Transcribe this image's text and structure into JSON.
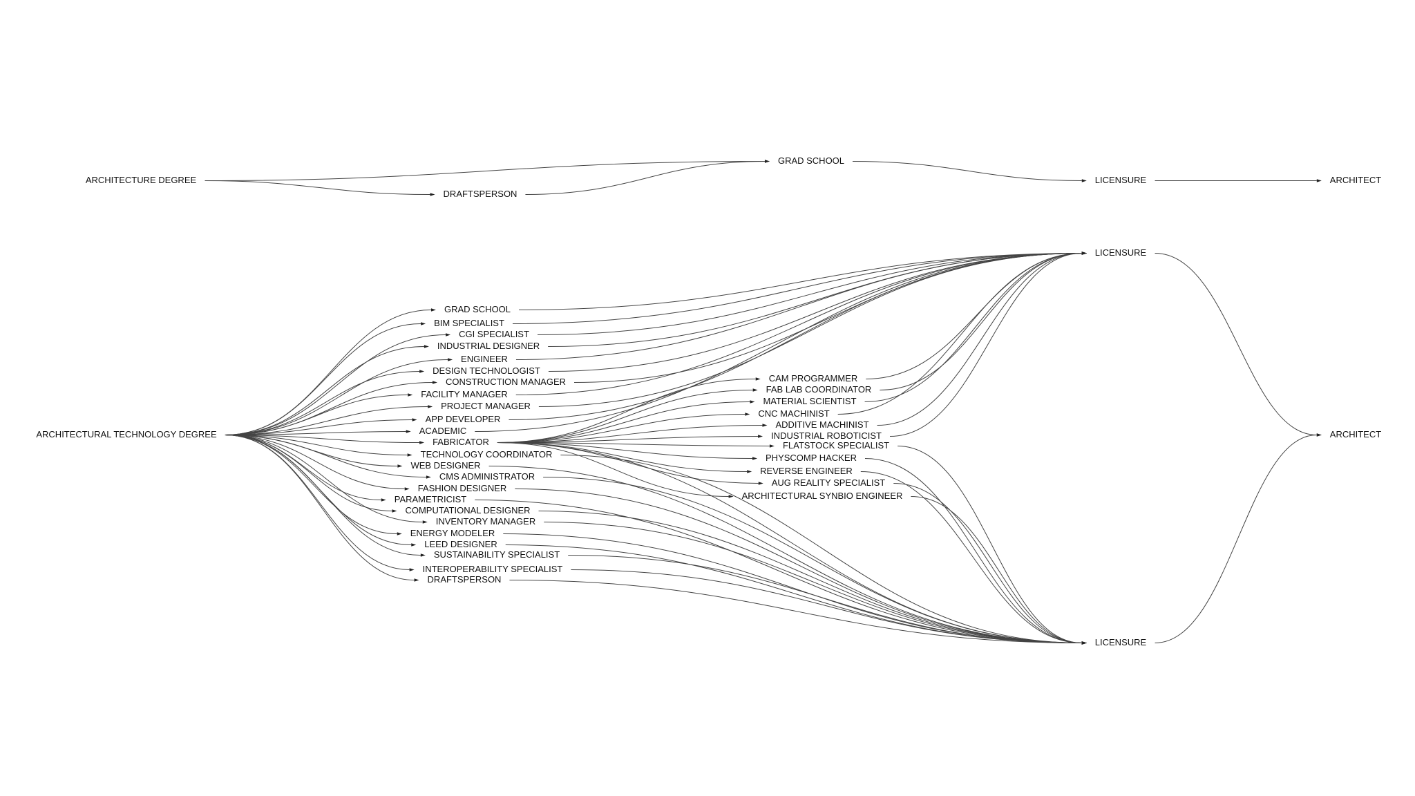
{
  "colors": {
    "background": "#ffffff",
    "text": "#111111",
    "edge": "#444444",
    "arrowhead": "#222222"
  },
  "nodes": {
    "arch_degree": "ARCHITECTURE DEGREE",
    "draftsperson_top": "DRAFTSPERSON",
    "grad_school_top": "GRAD SCHOOL",
    "licensure_top": "LICENSURE",
    "architect_top": "ARCHITECT",
    "arch_tech_degree": "ARCHITECTURAL TECHNOLOGY DEGREE",
    "grad_school": "GRAD SCHOOL",
    "bim_specialist": "BIM SPECIALIST",
    "cgi_specialist": "CGI SPECIALIST",
    "industrial_designer": "INDUSTRIAL DESIGNER",
    "engineer": "ENGINEER",
    "design_technologist": "DESIGN TECHNOLOGIST",
    "construction_manager": "CONSTRUCTION MANAGER",
    "facility_manager": "FACILITY MANAGER",
    "project_manager": "PROJECT MANAGER",
    "app_developer": "APP DEVELOPER",
    "academic": "ACADEMIC",
    "fabricator": "FABRICATOR",
    "technology_coordinator": "TECHNOLOGY COORDINATOR",
    "web_designer": "WEB DESIGNER",
    "cms_administrator": "CMS ADMINISTRATOR",
    "fashion_designer": "FASHION DESIGNER",
    "parametricist": "PARAMETRICIST",
    "computational_designer": "COMPUTATIONAL DESIGNER",
    "inventory_manager": "INVENTORY MANAGER",
    "energy_modeler": "ENERGY MODELER",
    "leed_designer": "LEED DESIGNER",
    "sustainability_specialist": "SUSTAINABILITY SPECIALIST",
    "interoperability_specialist": "INTEROPERABILITY SPECIALIST",
    "draftsperson": "DRAFTSPERSON",
    "cam_programmer": "CAM PROGRAMMER",
    "fab_lab_coordinator": "FAB LAB COORDINATOR",
    "material_scientist": "MATERIAL SCIENTIST",
    "cnc_machinist": "CNC MACHINIST",
    "additive_machinist": "ADDITIVE MACHINIST",
    "industrial_roboticist": "INDUSTRIAL ROBOTICIST",
    "flatstock_specialist": "FLATSTOCK SPECIALIST",
    "physcomp_hacker": "PHYSCOMP HACKER",
    "reverse_engineer": "REVERSE ENGINEER",
    "aug_reality_specialist": "AUG REALITY SPECIALIST",
    "synbio_engineer": "ARCHITECTURAL SYNBIO ENGINEER",
    "licensure_upper": "LICENSURE",
    "licensure_lower": "LICENSURE",
    "architect_main": "ARCHITECT"
  },
  "edges": [
    [
      "arch_degree",
      "grad_school_top"
    ],
    [
      "arch_degree",
      "draftsperson_top"
    ],
    [
      "draftsperson_top",
      "grad_school_top"
    ],
    [
      "grad_school_top",
      "licensure_top"
    ],
    [
      "licensure_top",
      "architect_top"
    ],
    [
      "arch_tech_degree",
      "grad_school"
    ],
    [
      "arch_tech_degree",
      "bim_specialist"
    ],
    [
      "arch_tech_degree",
      "cgi_specialist"
    ],
    [
      "arch_tech_degree",
      "industrial_designer"
    ],
    [
      "arch_tech_degree",
      "engineer"
    ],
    [
      "arch_tech_degree",
      "design_technologist"
    ],
    [
      "arch_tech_degree",
      "construction_manager"
    ],
    [
      "arch_tech_degree",
      "facility_manager"
    ],
    [
      "arch_tech_degree",
      "project_manager"
    ],
    [
      "arch_tech_degree",
      "app_developer"
    ],
    [
      "arch_tech_degree",
      "academic"
    ],
    [
      "arch_tech_degree",
      "fabricator"
    ],
    [
      "arch_tech_degree",
      "technology_coordinator"
    ],
    [
      "arch_tech_degree",
      "web_designer"
    ],
    [
      "arch_tech_degree",
      "cms_administrator"
    ],
    [
      "arch_tech_degree",
      "fashion_designer"
    ],
    [
      "arch_tech_degree",
      "parametricist"
    ],
    [
      "arch_tech_degree",
      "computational_designer"
    ],
    [
      "arch_tech_degree",
      "inventory_manager"
    ],
    [
      "arch_tech_degree",
      "energy_modeler"
    ],
    [
      "arch_tech_degree",
      "leed_designer"
    ],
    [
      "arch_tech_degree",
      "sustainability_specialist"
    ],
    [
      "arch_tech_degree",
      "interoperability_specialist"
    ],
    [
      "arch_tech_degree",
      "draftsperson"
    ],
    [
      "fabricator",
      "cam_programmer"
    ],
    [
      "fabricator",
      "fab_lab_coordinator"
    ],
    [
      "fabricator",
      "material_scientist"
    ],
    [
      "fabricator",
      "cnc_machinist"
    ],
    [
      "fabricator",
      "additive_machinist"
    ],
    [
      "fabricator",
      "industrial_roboticist"
    ],
    [
      "fabricator",
      "flatstock_specialist"
    ],
    [
      "fabricator",
      "physcomp_hacker"
    ],
    [
      "fabricator",
      "reverse_engineer"
    ],
    [
      "fabricator",
      "aug_reality_specialist"
    ],
    [
      "fabricator",
      "synbio_engineer"
    ],
    [
      "grad_school",
      "licensure_upper"
    ],
    [
      "bim_specialist",
      "licensure_upper"
    ],
    [
      "cgi_specialist",
      "licensure_upper"
    ],
    [
      "industrial_designer",
      "licensure_upper"
    ],
    [
      "engineer",
      "licensure_upper"
    ],
    [
      "design_technologist",
      "licensure_upper"
    ],
    [
      "construction_manager",
      "licensure_upper"
    ],
    [
      "facility_manager",
      "licensure_upper"
    ],
    [
      "project_manager",
      "licensure_upper"
    ],
    [
      "app_developer",
      "licensure_upper"
    ],
    [
      "academic",
      "licensure_upper"
    ],
    [
      "cam_programmer",
      "licensure_upper"
    ],
    [
      "fab_lab_coordinator",
      "licensure_upper"
    ],
    [
      "material_scientist",
      "licensure_upper"
    ],
    [
      "cnc_machinist",
      "licensure_upper"
    ],
    [
      "additive_machinist",
      "licensure_upper"
    ],
    [
      "industrial_roboticist",
      "licensure_upper"
    ],
    [
      "fabricator",
      "licensure_lower"
    ],
    [
      "technology_coordinator",
      "licensure_lower"
    ],
    [
      "web_designer",
      "licensure_lower"
    ],
    [
      "cms_administrator",
      "licensure_lower"
    ],
    [
      "fashion_designer",
      "licensure_lower"
    ],
    [
      "parametricist",
      "licensure_lower"
    ],
    [
      "computational_designer",
      "licensure_lower"
    ],
    [
      "inventory_manager",
      "licensure_lower"
    ],
    [
      "energy_modeler",
      "licensure_lower"
    ],
    [
      "leed_designer",
      "licensure_lower"
    ],
    [
      "sustainability_specialist",
      "licensure_lower"
    ],
    [
      "interoperability_specialist",
      "licensure_lower"
    ],
    [
      "draftsperson",
      "licensure_lower"
    ],
    [
      "flatstock_specialist",
      "licensure_lower"
    ],
    [
      "physcomp_hacker",
      "licensure_lower"
    ],
    [
      "reverse_engineer",
      "licensure_lower"
    ],
    [
      "aug_reality_specialist",
      "licensure_lower"
    ],
    [
      "synbio_engineer",
      "licensure_lower"
    ],
    [
      "licensure_upper",
      "architect_main"
    ],
    [
      "licensure_lower",
      "architect_main"
    ]
  ]
}
